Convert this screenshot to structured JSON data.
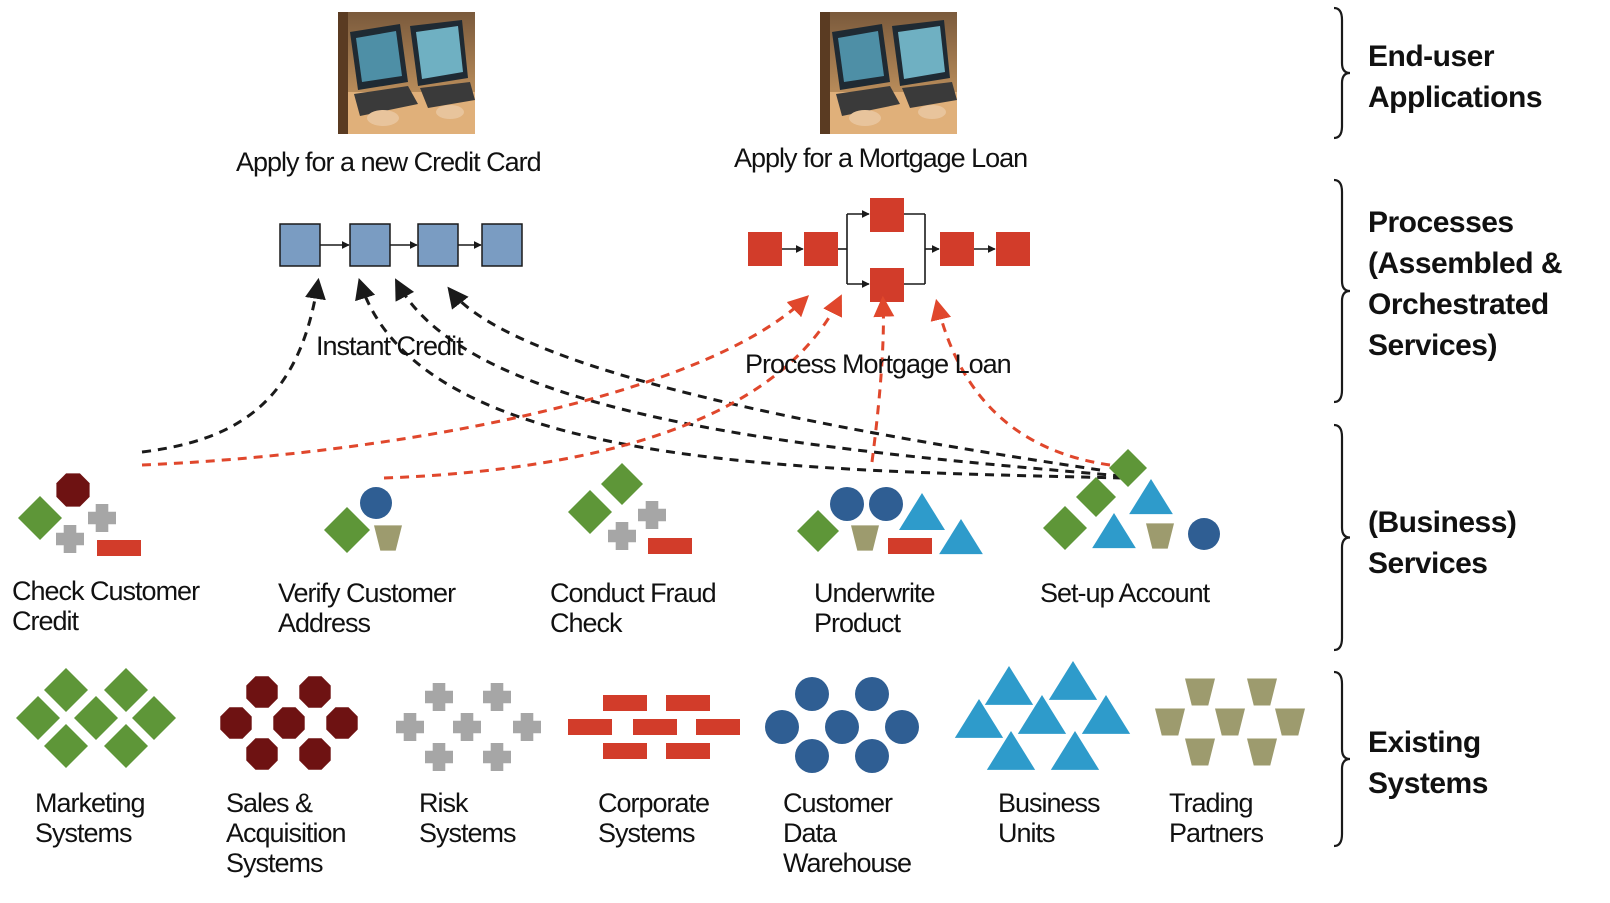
{
  "applications": [
    {
      "label": "Apply for a new Credit Card"
    },
    {
      "label": "Apply for a Mortgage Loan"
    }
  ],
  "processes": [
    {
      "label": "Instant Credit",
      "color": "#7A9CC2"
    },
    {
      "label": "Process Mortgage Loan",
      "color": "#D23C2A"
    }
  ],
  "services": [
    {
      "label": "Check Customer\nCredit"
    },
    {
      "label": "Verify Customer\nAddress"
    },
    {
      "label": "Conduct Fraud\nCheck"
    },
    {
      "label": "Underwrite\nProduct"
    },
    {
      "label": "Set-up Account"
    }
  ],
  "systems": [
    {
      "label": "Marketing\nSystems",
      "shape": "diamond",
      "color": "#5E9638"
    },
    {
      "label": "Sales &\nAcquisition\nSystems",
      "shape": "octagon",
      "color": "#6E1212"
    },
    {
      "label": "Risk\nSystems",
      "shape": "cross",
      "color": "#A6A6A6"
    },
    {
      "label": "Corporate\nSystems",
      "shape": "bar",
      "color": "#D23C2A"
    },
    {
      "label": "Customer\nData\nWarehouse",
      "shape": "circle",
      "color": "#2F5E93"
    },
    {
      "label": "Business\nUnits",
      "shape": "triangle",
      "color": "#2E9BCB"
    },
    {
      "label": "Trading\nPartners",
      "shape": "trapezoid",
      "color": "#9D9B6E"
    }
  ],
  "layers": [
    {
      "label": "End-user\nApplications"
    },
    {
      "label": "Processes\n(Assembled &\nOrchestrated\nServices)"
    },
    {
      "label": "(Business)\nServices"
    },
    {
      "label": "Existing\nSystems"
    }
  ],
  "connector_colors": {
    "instant_credit": "#1a1a1a",
    "mortgage": "#E0472C"
  }
}
